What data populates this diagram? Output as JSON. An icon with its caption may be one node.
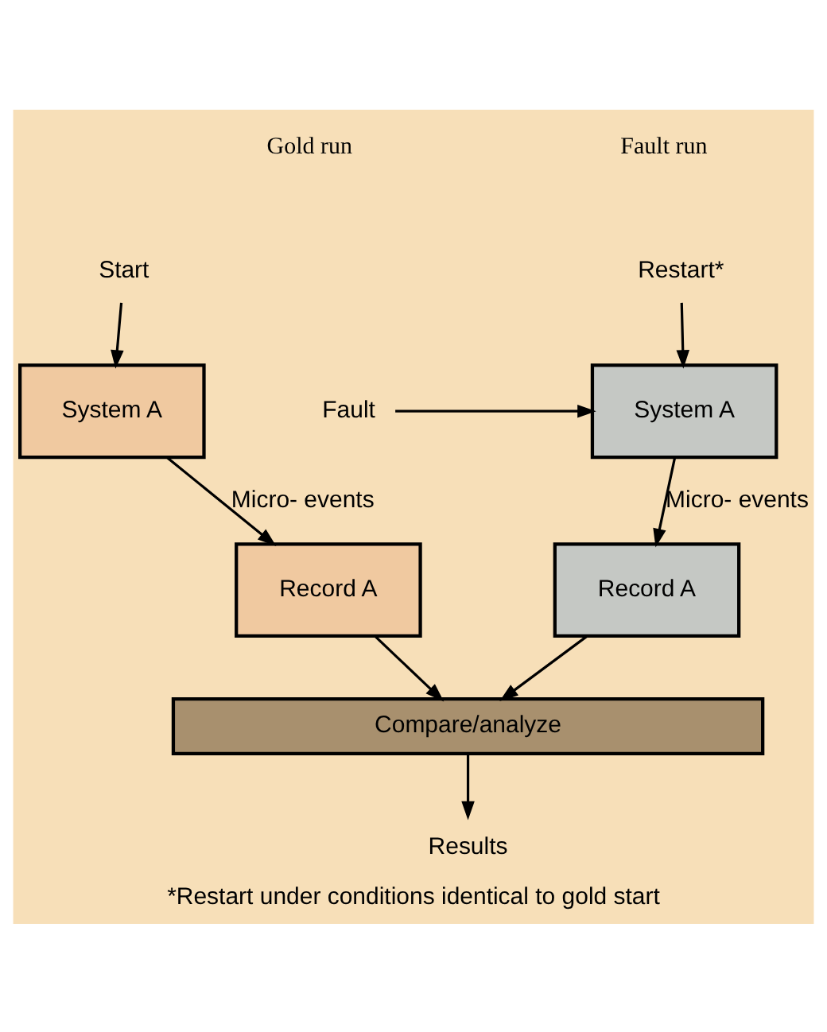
{
  "diagram": {
    "caption": "*Restart under conditions identical to gold start",
    "nodes": [
      {
        "text": [
          "Start"
        ]
      },
      {
        "text": [
          "System A"
        ]
      },
      {
        "text": [
          "Record A"
        ]
      },
      {
        "text": [
          "Restart*"
        ]
      },
      {
        "text": [
          "Fault"
        ]
      },
      {
        "text": [
          "System A"
        ]
      },
      {
        "text": [
          "Record A"
        ]
      },
      {
        "text": [
          "Compare/analyze"
        ]
      },
      {
        "text": [
          "Results"
        ]
      }
    ],
    "edges": [
      {
        "from": 0,
        "to": 1,
        "arrow": "to"
      },
      {
        "from": 1,
        "to": 2,
        "arrow": "to",
        "label": "Micro- events"
      },
      {
        "from": 3,
        "to": 5,
        "arrow": "to"
      },
      {
        "from": 4,
        "to": 5,
        "arrow": "to"
      },
      {
        "from": 5,
        "to": 6,
        "arrow": "to",
        "label": "Micro- events"
      },
      {
        "from": 2,
        "to": 7,
        "arrow": "to"
      },
      {
        "from": 6,
        "to": 7,
        "arrow": "to"
      },
      {
        "from": 7,
        "to": 8,
        "arrow": "to"
      }
    ],
    "labels": [
      "Gold run",
      "Fault run"
    ]
  }
}
